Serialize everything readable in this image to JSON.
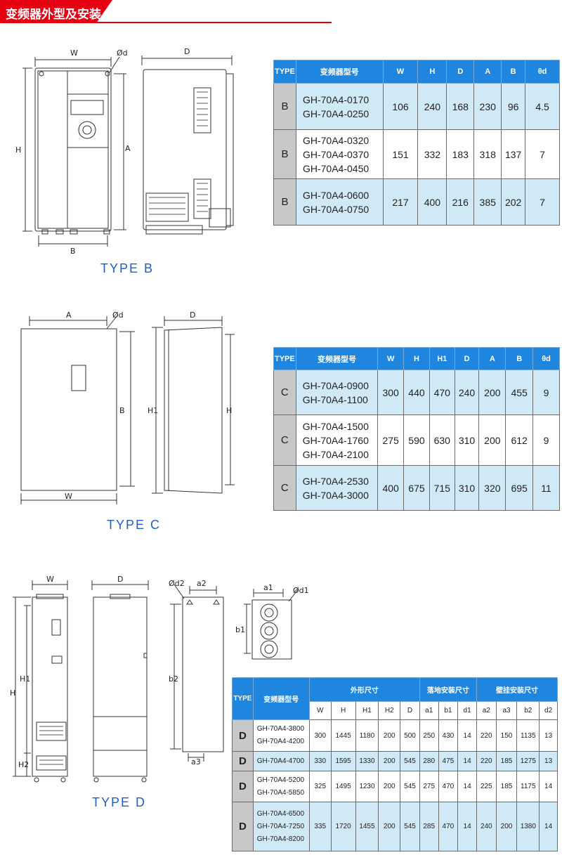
{
  "header": {
    "title": "变频器外型及安装"
  },
  "dims": {
    "W": "W",
    "D": "D",
    "H": "H",
    "A": "A",
    "B": "B",
    "H1": "H1",
    "H2": "H2",
    "d": "Ød",
    "d1": "Ød1",
    "d2": "Ød2",
    "a1": "a1",
    "a2": "a2",
    "a3": "a3",
    "b1": "b1",
    "b2": "b2"
  },
  "typeB": {
    "label": "TYPE    B",
    "headers": [
      "TYPE",
      "变频器型号",
      "W",
      "H",
      "D",
      "A",
      "B",
      "θd"
    ],
    "rows": [
      {
        "type": "B",
        "models": [
          "GH-70A4-0170",
          "GH-70A4-0250"
        ],
        "values": [
          "106",
          "240",
          "168",
          "230",
          "96",
          "4.5"
        ]
      },
      {
        "type": "B",
        "models": [
          "GH-70A4-0320",
          "GH-70A4-0370",
          "GH-70A4-0450"
        ],
        "values": [
          "151",
          "332",
          "183",
          "318",
          "137",
          "7"
        ]
      },
      {
        "type": "B",
        "models": [
          "GH-70A4-0600",
          "GH-70A4-0750"
        ],
        "values": [
          "217",
          "400",
          "216",
          "385",
          "202",
          "7"
        ]
      }
    ]
  },
  "typeC": {
    "label": "TYPE    C",
    "headers": [
      "TYPE",
      "变频器型号",
      "W",
      "H",
      "H1",
      "D",
      "A",
      "B",
      "θd"
    ],
    "rows": [
      {
        "type": "C",
        "models": [
          "GH-70A4-0900",
          "GH-70A4-1100"
        ],
        "values": [
          "300",
          "440",
          "470",
          "240",
          "200",
          "455",
          "9"
        ]
      },
      {
        "type": "C",
        "models": [
          "GH-70A4-1500",
          "GH-70A4-1760",
          "GH-70A4-2100"
        ],
        "values": [
          "275",
          "590",
          "630",
          "310",
          "200",
          "612",
          "9"
        ]
      },
      {
        "type": "C",
        "models": [
          "GH-70A4-2530",
          "GH-70A4-3000"
        ],
        "values": [
          "400",
          "675",
          "715",
          "310",
          "320",
          "695",
          "11"
        ]
      }
    ]
  },
  "typeD": {
    "label": "TYPE    D",
    "group_headers": {
      "type": "TYPE",
      "model": "变频器型号",
      "outer": "外形尺寸",
      "floor": "落地安装尺寸",
      "wall": "壁挂安装尺寸"
    },
    "sub_headers": [
      "W",
      "H",
      "H1",
      "H2",
      "D",
      "a1",
      "b1",
      "d1",
      "a2",
      "a3",
      "b2",
      "d2"
    ],
    "rows": [
      {
        "type": "D",
        "models": [
          "GH-70A4-3800",
          "GH-70A4-4200"
        ],
        "values": [
          "300",
          "1445",
          "1180",
          "200",
          "500",
          "250",
          "430",
          "14",
          "220",
          "150",
          "1135",
          "13"
        ]
      },
      {
        "type": "D",
        "models": [
          "GH-70A4-4700"
        ],
        "values": [
          "330",
          "1595",
          "1330",
          "200",
          "545",
          "280",
          "475",
          "14",
          "220",
          "185",
          "1275",
          "13"
        ]
      },
      {
        "type": "D",
        "models": [
          "GH-70A4-5200",
          "GH-70A4-5850"
        ],
        "values": [
          "325",
          "1495",
          "1230",
          "200",
          "545",
          "275",
          "470",
          "14",
          "225",
          "185",
          "1175",
          "14"
        ]
      },
      {
        "type": "D",
        "models": [
          "GH-70A4-6500",
          "GH-70A4-7250",
          "GH-70A4-8200"
        ],
        "values": [
          "335",
          "1720",
          "1455",
          "200",
          "545",
          "285",
          "470",
          "14",
          "240",
          "200",
          "1380",
          "14"
        ]
      }
    ]
  }
}
